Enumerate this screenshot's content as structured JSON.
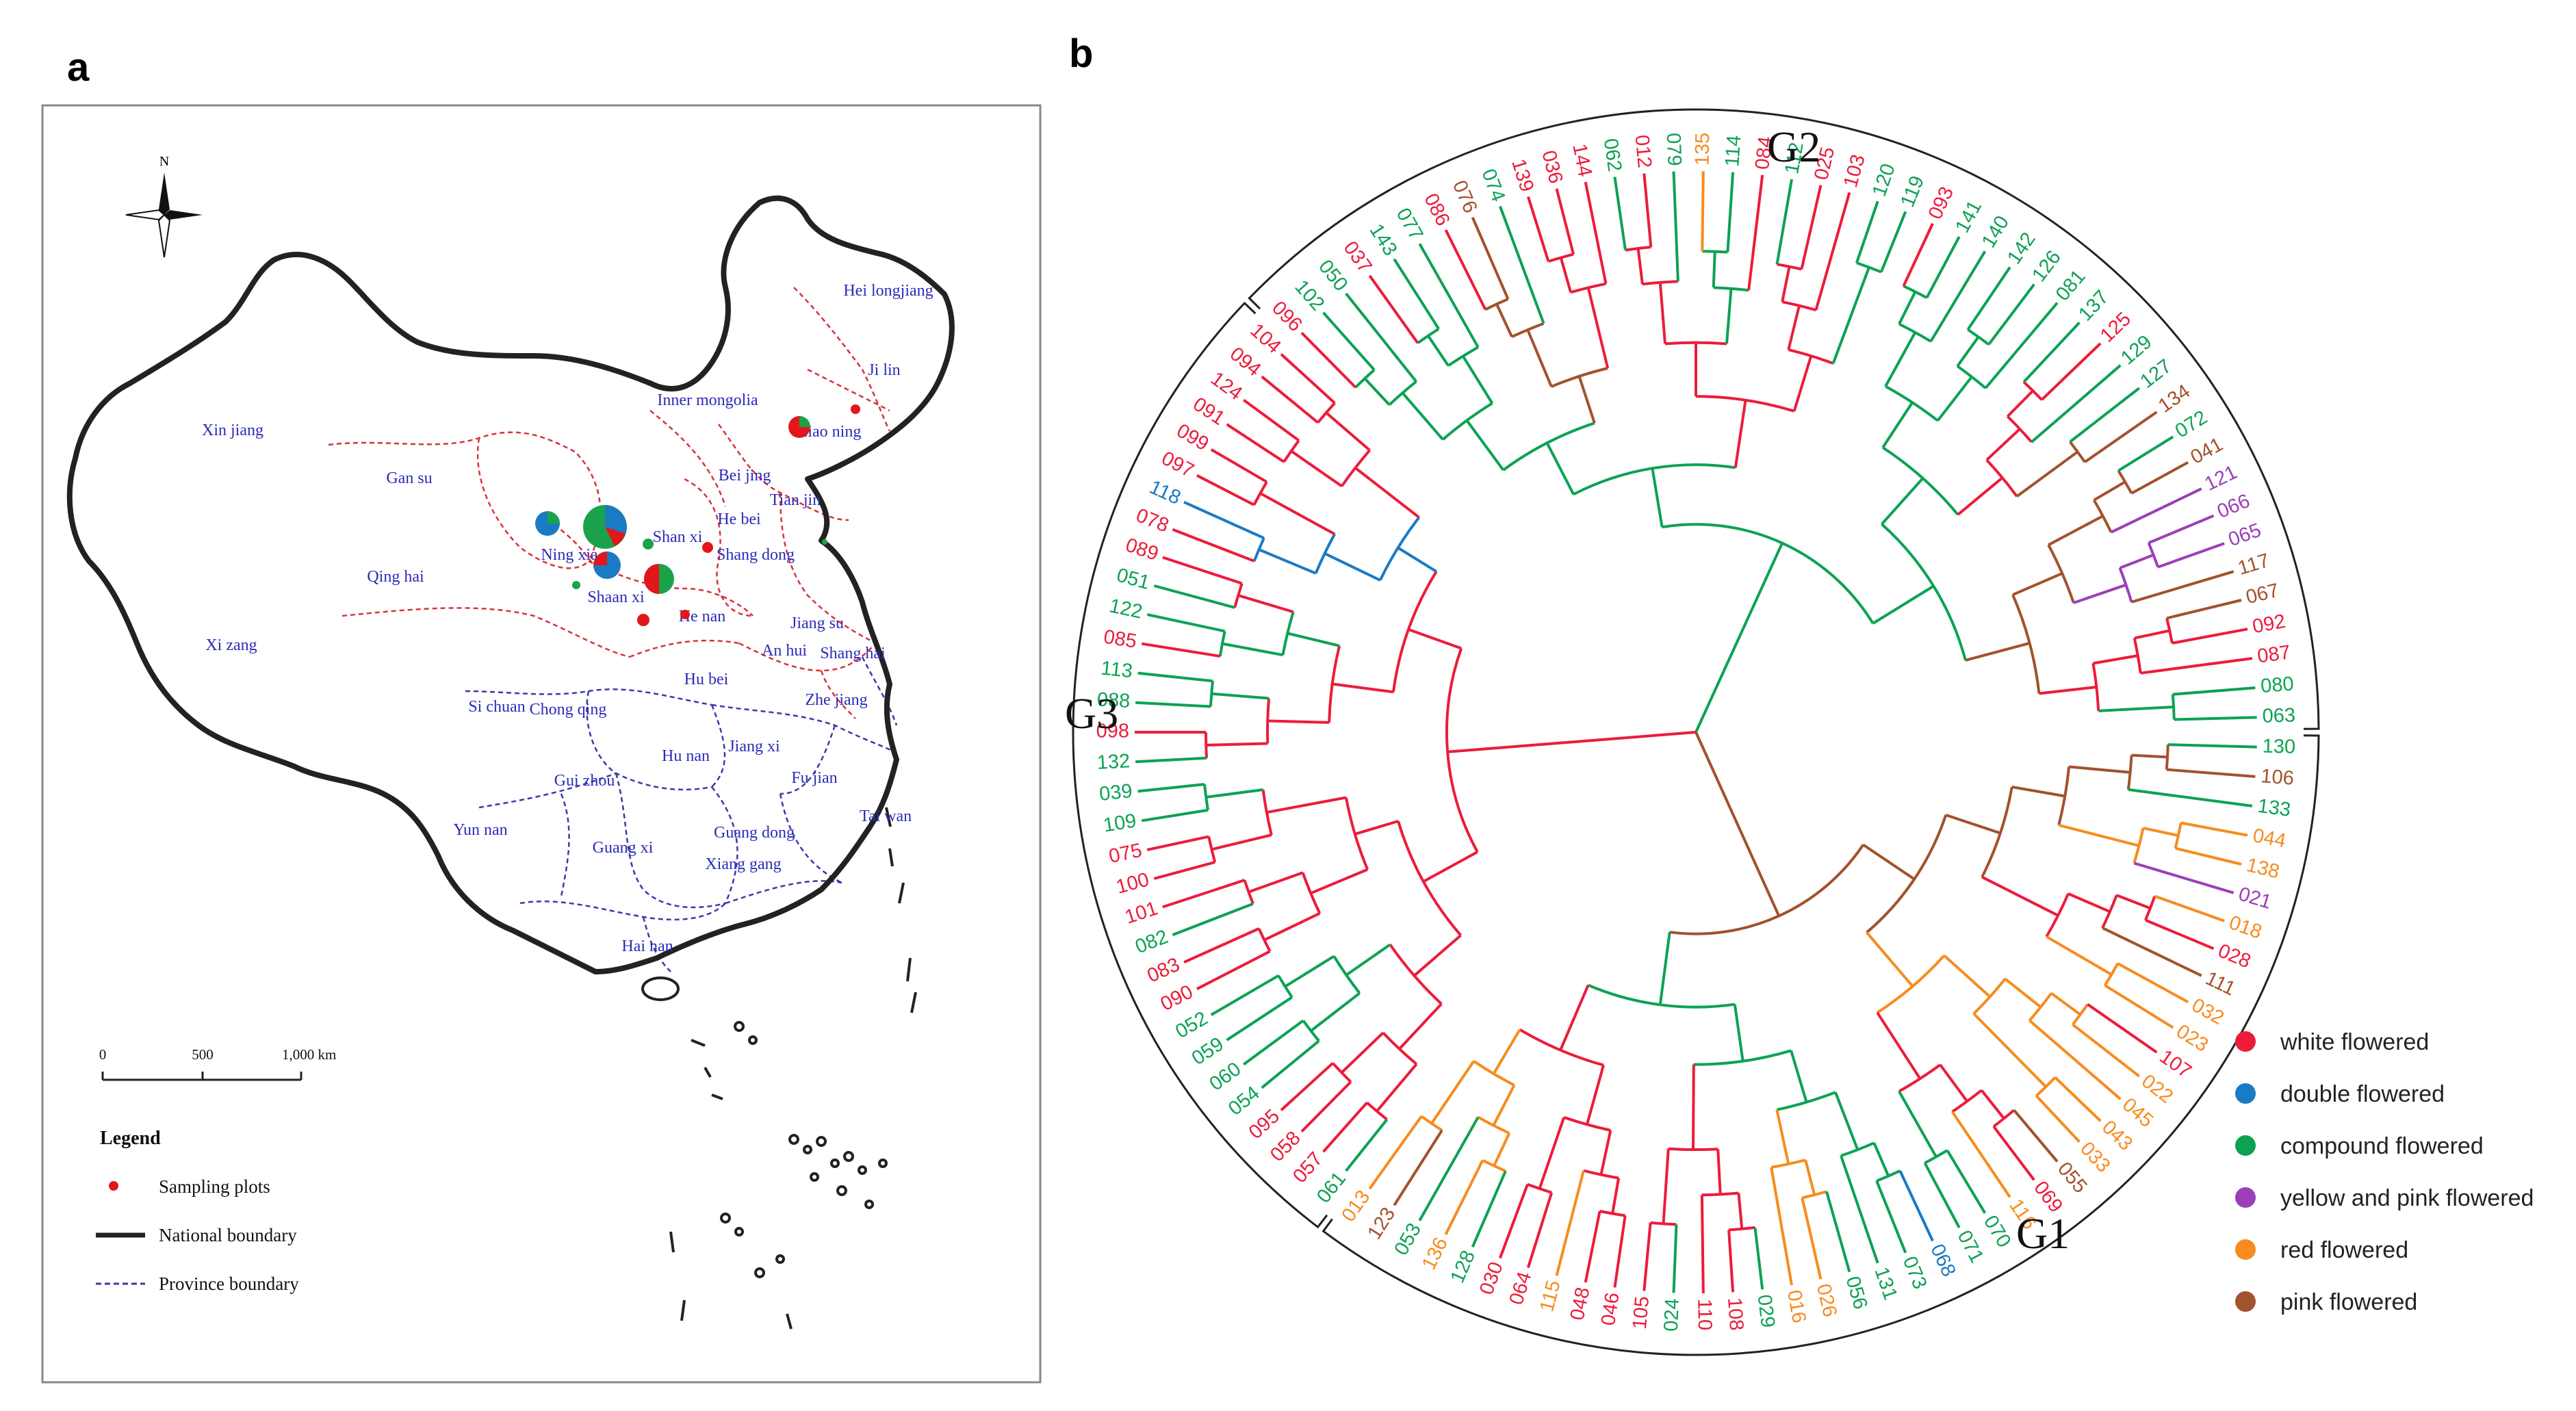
{
  "panel_a": {
    "letter": "a",
    "compass_label": "N",
    "provinces": [
      {
        "name": "Hei longjiang"
      },
      {
        "name": "Ji lin"
      },
      {
        "name": "Liao ning"
      },
      {
        "name": "Inner mongolia"
      },
      {
        "name": "Xin jiang"
      },
      {
        "name": "Gan su"
      },
      {
        "name": "Bei jing"
      },
      {
        "name": "Tian jin"
      },
      {
        "name": "He bei"
      },
      {
        "name": "Shan xi"
      },
      {
        "name": "Shang dong"
      },
      {
        "name": "Ning xia"
      },
      {
        "name": "Qing hai"
      },
      {
        "name": "Shaan xi"
      },
      {
        "name": "He nan"
      },
      {
        "name": "Jiang su"
      },
      {
        "name": "An hui"
      },
      {
        "name": "Shang hai"
      },
      {
        "name": "Xi zang"
      },
      {
        "name": "Hu bei"
      },
      {
        "name": "Si chuan"
      },
      {
        "name": "Chong qing"
      },
      {
        "name": "Zhe jiang"
      },
      {
        "name": "Jiang xi"
      },
      {
        "name": "Hu nan"
      },
      {
        "name": "Gui zhou"
      },
      {
        "name": "Fu jian"
      },
      {
        "name": "Tai wan"
      },
      {
        "name": "Yun nan"
      },
      {
        "name": "Guang dong"
      },
      {
        "name": "Guang xi"
      },
      {
        "name": "Xiang gang"
      },
      {
        "name": "Hai nan"
      }
    ],
    "scale_bar": {
      "ticks": [
        "0",
        "500",
        "1,000 km"
      ]
    },
    "legend": {
      "title": "Legend",
      "items": [
        "Sampling plots",
        "National boundary",
        "Province boundary"
      ]
    },
    "colors": {
      "national": "#222222",
      "province_north": "#d8323c",
      "province_south": "#3a3aa8",
      "sample": "#e3161b"
    }
  },
  "panel_b": {
    "letter": "b",
    "groups": [
      "G1",
      "G2",
      "G3"
    ],
    "flower_types": [
      {
        "label": "white flowered",
        "color": "#ec1c3b"
      },
      {
        "label": "double flowered",
        "color": "#1b7ac4"
      },
      {
        "label": "compound flowered",
        "color": "#0ca254"
      },
      {
        "label": "yellow and pink flowered",
        "color": "#9b3fb8"
      },
      {
        "label": "red flowered",
        "color": "#f68c1e"
      },
      {
        "label": "pink flowered",
        "color": "#a2522d"
      }
    ],
    "leaves": [
      {
        "label": "130",
        "type": "compound flowered"
      },
      {
        "label": "106",
        "type": "pink flowered"
      },
      {
        "label": "133",
        "type": "compound flowered"
      },
      {
        "label": "044",
        "type": "red flowered"
      },
      {
        "label": "138",
        "type": "red flowered"
      },
      {
        "label": "021",
        "type": "yellow and pink flowered"
      },
      {
        "label": "018",
        "type": "red flowered"
      },
      {
        "label": "028",
        "type": "white flowered"
      },
      {
        "label": "111",
        "type": "pink flowered"
      },
      {
        "label": "032",
        "type": "red flowered"
      },
      {
        "label": "023",
        "type": "red flowered"
      },
      {
        "label": "107",
        "type": "white flowered"
      },
      {
        "label": "022",
        "type": "red flowered"
      },
      {
        "label": "045",
        "type": "red flowered"
      },
      {
        "label": "043",
        "type": "red flowered"
      },
      {
        "label": "033",
        "type": "red flowered"
      },
      {
        "label": "055",
        "type": "pink flowered"
      },
      {
        "label": "069",
        "type": "white flowered"
      },
      {
        "label": "116",
        "type": "red flowered"
      },
      {
        "label": "070",
        "type": "compound flowered"
      },
      {
        "label": "071",
        "type": "compound flowered"
      },
      {
        "label": "068",
        "type": "double flowered"
      },
      {
        "label": "073",
        "type": "compound flowered"
      },
      {
        "label": "131",
        "type": "compound flowered"
      },
      {
        "label": "056",
        "type": "compound flowered"
      },
      {
        "label": "026",
        "type": "red flowered"
      },
      {
        "label": "016",
        "type": "red flowered"
      },
      {
        "label": "029",
        "type": "compound flowered"
      },
      {
        "label": "108",
        "type": "white flowered"
      },
      {
        "label": "110",
        "type": "white flowered"
      },
      {
        "label": "024",
        "type": "compound flowered"
      },
      {
        "label": "105",
        "type": "white flowered"
      },
      {
        "label": "046",
        "type": "white flowered"
      },
      {
        "label": "048",
        "type": "white flowered"
      },
      {
        "label": "115",
        "type": "red flowered"
      },
      {
        "label": "064",
        "type": "white flowered"
      },
      {
        "label": "030",
        "type": "white flowered"
      },
      {
        "label": "128",
        "type": "compound flowered"
      },
      {
        "label": "136",
        "type": "red flowered"
      },
      {
        "label": "053",
        "type": "compound flowered"
      },
      {
        "label": "123",
        "type": "pink flowered"
      },
      {
        "label": "013",
        "type": "red flowered"
      },
      {
        "label": "061",
        "type": "compound flowered"
      },
      {
        "label": "057",
        "type": "white flowered"
      },
      {
        "label": "058",
        "type": "white flowered"
      },
      {
        "label": "095",
        "type": "white flowered"
      },
      {
        "label": "054",
        "type": "compound flowered"
      },
      {
        "label": "060",
        "type": "compound flowered"
      },
      {
        "label": "059",
        "type": "compound flowered"
      },
      {
        "label": "052",
        "type": "compound flowered"
      },
      {
        "label": "090",
        "type": "white flowered"
      },
      {
        "label": "083",
        "type": "white flowered"
      },
      {
        "label": "082",
        "type": "compound flowered"
      },
      {
        "label": "101",
        "type": "white flowered"
      },
      {
        "label": "100",
        "type": "white flowered"
      },
      {
        "label": "075",
        "type": "white flowered"
      },
      {
        "label": "109",
        "type": "compound flowered"
      },
      {
        "label": "039",
        "type": "compound flowered"
      },
      {
        "label": "132",
        "type": "compound flowered"
      },
      {
        "label": "098",
        "type": "white flowered"
      },
      {
        "label": "088",
        "type": "compound flowered"
      },
      {
        "label": "113",
        "type": "compound flowered"
      },
      {
        "label": "085",
        "type": "white flowered"
      },
      {
        "label": "122",
        "type": "compound flowered"
      },
      {
        "label": "051",
        "type": "compound flowered"
      },
      {
        "label": "089",
        "type": "white flowered"
      },
      {
        "label": "078",
        "type": "white flowered"
      },
      {
        "label": "118",
        "type": "double flowered"
      },
      {
        "label": "097",
        "type": "white flowered"
      },
      {
        "label": "099",
        "type": "white flowered"
      },
      {
        "label": "091",
        "type": "white flowered"
      },
      {
        "label": "124",
        "type": "white flowered"
      },
      {
        "label": "094",
        "type": "white flowered"
      },
      {
        "label": "104",
        "type": "white flowered"
      },
      {
        "label": "096",
        "type": "white flowered"
      },
      {
        "label": "102",
        "type": "compound flowered"
      },
      {
        "label": "050",
        "type": "compound flowered"
      },
      {
        "label": "037",
        "type": "white flowered"
      },
      {
        "label": "143",
        "type": "compound flowered"
      },
      {
        "label": "077",
        "type": "compound flowered"
      },
      {
        "label": "086",
        "type": "white flowered"
      },
      {
        "label": "076",
        "type": "pink flowered"
      },
      {
        "label": "074",
        "type": "compound flowered"
      },
      {
        "label": "139",
        "type": "white flowered"
      },
      {
        "label": "036",
        "type": "white flowered"
      },
      {
        "label": "144",
        "type": "white flowered"
      },
      {
        "label": "062",
        "type": "compound flowered"
      },
      {
        "label": "012",
        "type": "white flowered"
      },
      {
        "label": "079",
        "type": "compound flowered"
      },
      {
        "label": "135",
        "type": "red flowered"
      },
      {
        "label": "114",
        "type": "compound flowered"
      },
      {
        "label": "084",
        "type": "white flowered"
      },
      {
        "label": "112",
        "type": "compound flowered"
      },
      {
        "label": "025",
        "type": "white flowered"
      },
      {
        "label": "103",
        "type": "white flowered"
      },
      {
        "label": "120",
        "type": "compound flowered"
      },
      {
        "label": "119",
        "type": "compound flowered"
      },
      {
        "label": "093",
        "type": "white flowered"
      },
      {
        "label": "141",
        "type": "compound flowered"
      },
      {
        "label": "140",
        "type": "compound flowered"
      },
      {
        "label": "142",
        "type": "compound flowered"
      },
      {
        "label": "126",
        "type": "compound flowered"
      },
      {
        "label": "081",
        "type": "compound flowered"
      },
      {
        "label": "137",
        "type": "compound flowered"
      },
      {
        "label": "125",
        "type": "white flowered"
      },
      {
        "label": "129",
        "type": "compound flowered"
      },
      {
        "label": "127",
        "type": "compound flowered"
      },
      {
        "label": "134",
        "type": "pink flowered"
      },
      {
        "label": "072",
        "type": "compound flowered"
      },
      {
        "label": "041",
        "type": "pink flowered"
      },
      {
        "label": "121",
        "type": "yellow and pink flowered"
      },
      {
        "label": "066",
        "type": "yellow and pink flowered"
      },
      {
        "label": "065",
        "type": "yellow and pink flowered"
      },
      {
        "label": "117",
        "type": "pink flowered"
      },
      {
        "label": "067",
        "type": "pink flowered"
      },
      {
        "label": "092",
        "type": "white flowered"
      },
      {
        "label": "087",
        "type": "white flowered"
      },
      {
        "label": "080",
        "type": "compound flowered"
      },
      {
        "label": "063",
        "type": "compound flowered"
      }
    ]
  }
}
